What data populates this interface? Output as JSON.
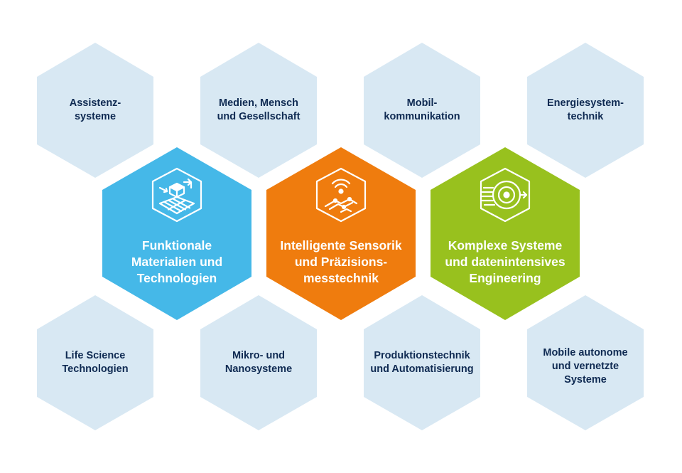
{
  "colors": {
    "background": "#ffffff",
    "light_hex": "#d8e8f3",
    "small_text": "#0f2a52",
    "blue": "#45b8e8",
    "orange": "#ef7c0e",
    "green": "#98c11e",
    "big_text": "#ffffff"
  },
  "small_hexagons": [
    {
      "name": "assistenzsysteme",
      "text": "Assistenz-\nsysteme"
    },
    {
      "name": "medien-mensch-gesellschaft",
      "text": "Medien, Mensch\nund Gesellschaft"
    },
    {
      "name": "mobilkommunikation",
      "text": "Mobil-\nkommunikation"
    },
    {
      "name": "energiesystemtechnik",
      "text": "Energiesystem-\ntechnik"
    },
    {
      "name": "life-science-technologien",
      "text": "Life Science\nTechnologien"
    },
    {
      "name": "mikro-nanosysteme",
      "text": "Mikro- und\nNanosysteme"
    },
    {
      "name": "produktionstechnik-automatisierung",
      "text": "Produktionstechnik\nund Automatisierung"
    },
    {
      "name": "mobile-autonome-systeme",
      "text": "Mobile autonome\nund vernetzte\nSysteme"
    }
  ],
  "focus_hexagons": [
    {
      "name": "funktionale-materialien",
      "text": "Funktionale\nMaterialien und\nTechnologien",
      "color": "#45b8e8",
      "icon": "materials-cube-icon"
    },
    {
      "name": "intelligente-sensorik",
      "text": "Intelligente Sensorik\nund Präzisions-\nmesstechnik",
      "color": "#ef7c0e",
      "icon": "sensor-signal-icon"
    },
    {
      "name": "komplexe-systeme",
      "text": "Komplexe Systeme\nund datenintensives\nEngineering",
      "color": "#98c11e",
      "icon": "data-disk-icon"
    }
  ]
}
